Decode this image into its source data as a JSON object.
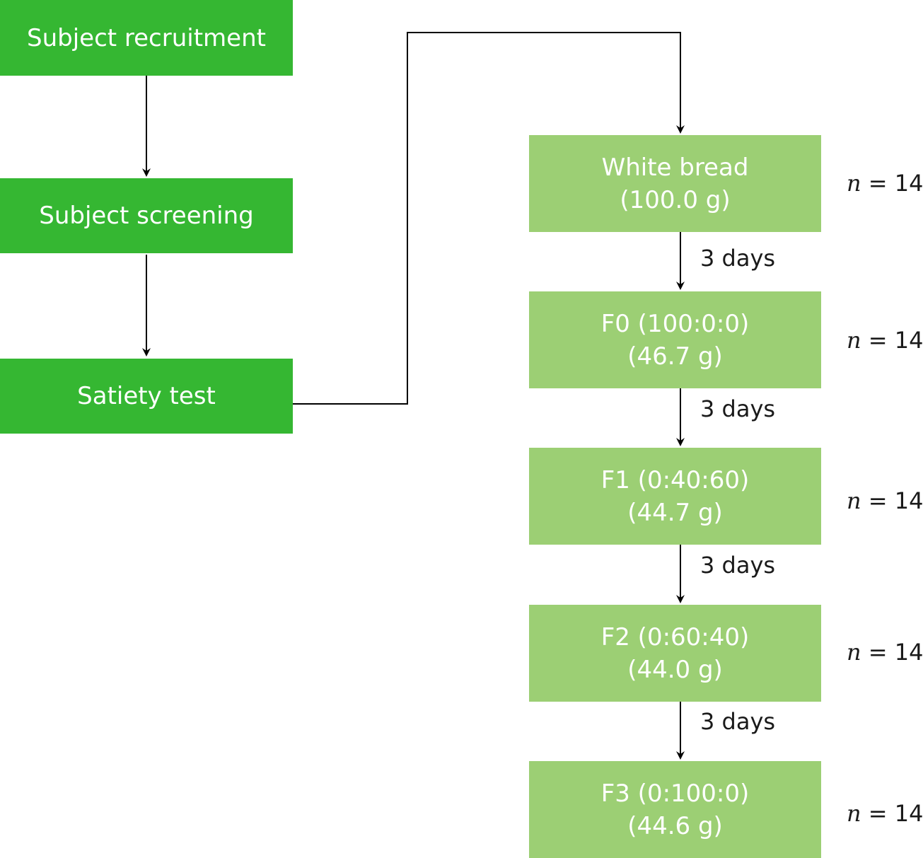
{
  "left_steps": [
    {
      "label": "Subject recruitment"
    },
    {
      "label": "Subject screening"
    },
    {
      "label": "Satiety test"
    }
  ],
  "treatments": [
    {
      "line1": "White bread",
      "line2": "(100.0 g)",
      "n_var": "n",
      "n_value": "= 14"
    },
    {
      "line1": "F0 (100:0:0)",
      "line2": "(46.7 g)",
      "n_var": "n",
      "n_value": "= 14"
    },
    {
      "line1": "F1 (0:40:60)",
      "line2": "(44.7 g)",
      "n_var": "n",
      "n_value": "= 14"
    },
    {
      "line1": "F2 (0:60:40)",
      "line2": "(44.0 g)",
      "n_var": "n",
      "n_value": "= 14"
    },
    {
      "line1": "F3 (0:100:0)",
      "line2": "(44.6 g)",
      "n_var": "n",
      "n_value": "= 14"
    }
  ],
  "intervals": [
    "3 days",
    "3 days",
    "3 days",
    "3 days"
  ],
  "colors": {
    "dark_box": "#35b732",
    "light_box": "#9ccf74",
    "line": "#000000"
  }
}
